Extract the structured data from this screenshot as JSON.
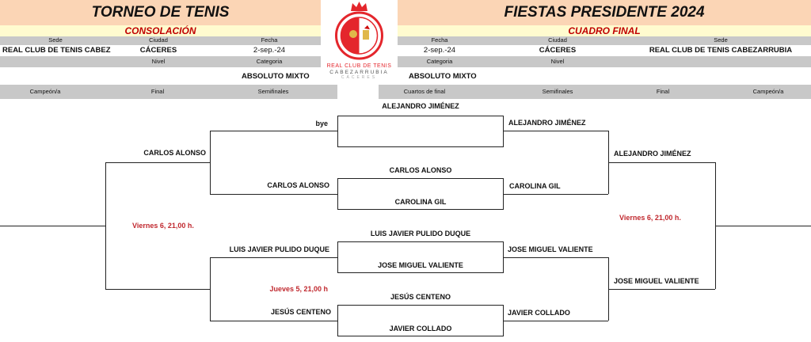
{
  "left": {
    "title": "TORNEO DE TENIS",
    "subtitle": "CONSOLACIÓN",
    "labels": {
      "sede": "Sede",
      "ciudad": "Ciudad",
      "fecha": "Fecha",
      "nivel": "Nivel",
      "categoria": "Categoria"
    },
    "values": {
      "sede": "REAL CLUB DE TENIS CABEZ",
      "ciudad": "CÁCERES",
      "fecha": "2-sep.-24",
      "categoria": "ABSOLUTO MIXTO"
    },
    "columns": [
      "Campeón/a",
      "Final",
      "Semifinales"
    ]
  },
  "right": {
    "title": "FIESTAS PRESIDENTE 2024",
    "subtitle": "CUADRO FINAL",
    "labels": {
      "fecha": "Fecha",
      "ciudad": "Ciudad",
      "sede": "Sede",
      "categoria": "Categoria",
      "nivel": "Nivel"
    },
    "values": {
      "fecha": "2-sep.-24",
      "ciudad": "CÁCERES",
      "sede": "REAL CLUB DE TENIS CABEZARRUBIA",
      "categoria": "ABSOLUTO MIXTO"
    },
    "columns": [
      "Cuartos de final",
      "Semifinales",
      "Final",
      "Campeón/a"
    ]
  },
  "logo": {
    "line1": "REAL CLUB DE TENIS",
    "line2": "CABEZARRUBIA",
    "line3": "CÁCERES",
    "accent": "#e4262c"
  },
  "quarters": [
    {
      "top": "ALEJANDRO JIMÉNEZ",
      "bottom": ""
    },
    {
      "top": "CARLOS ALONSO",
      "bottom": "CAROLINA GIL"
    },
    {
      "top": "LUIS JAVIER PULIDO DUQUE",
      "bottom": "JOSE MIGUEL VALIENTE"
    },
    {
      "top": "JESÚS CENTENO",
      "bottom": "JAVIER COLLADO"
    }
  ],
  "consolation": {
    "semis": [
      "bye",
      "CARLOS ALONSO",
      "LUIS JAVIER PULIDO DUQUE",
      "JESÚS CENTENO"
    ],
    "final": [
      "CARLOS ALONSO",
      ""
    ],
    "final_date": "Viernes 6, 21,00 h.",
    "semi_date": "Jueves 5, 21,00 h"
  },
  "main": {
    "semis": [
      "ALEJANDRO JIMÉNEZ",
      "CAROLINA GIL",
      "JOSE MIGUEL VALIENTE",
      "JAVIER COLLADO"
    ],
    "final": [
      "ALEJANDRO JIMÉNEZ",
      "JOSE MIGUEL VALIENTE"
    ],
    "final_date": "Viernes 6, 21,00 h."
  }
}
